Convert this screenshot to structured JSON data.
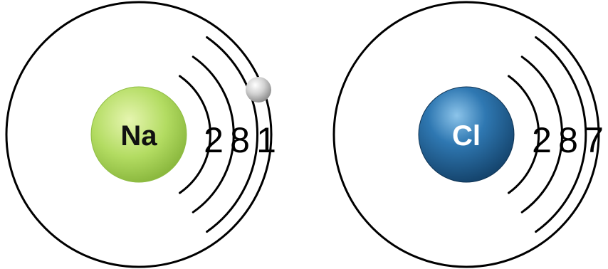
{
  "atoms": [
    {
      "symbol": "Na",
      "shells": [
        "2",
        "8",
        "1"
      ],
      "nucleus_color": "#a8d45a",
      "symbol_color": "#111111",
      "has_extra_electron": true
    },
    {
      "symbol": "Cl",
      "shells": [
        "2",
        "8",
        "7"
      ],
      "nucleus_color": "#1e5a8c",
      "symbol_color": "#ffffff",
      "has_extra_electron": false
    }
  ],
  "electron_color": "#c4c4c4"
}
